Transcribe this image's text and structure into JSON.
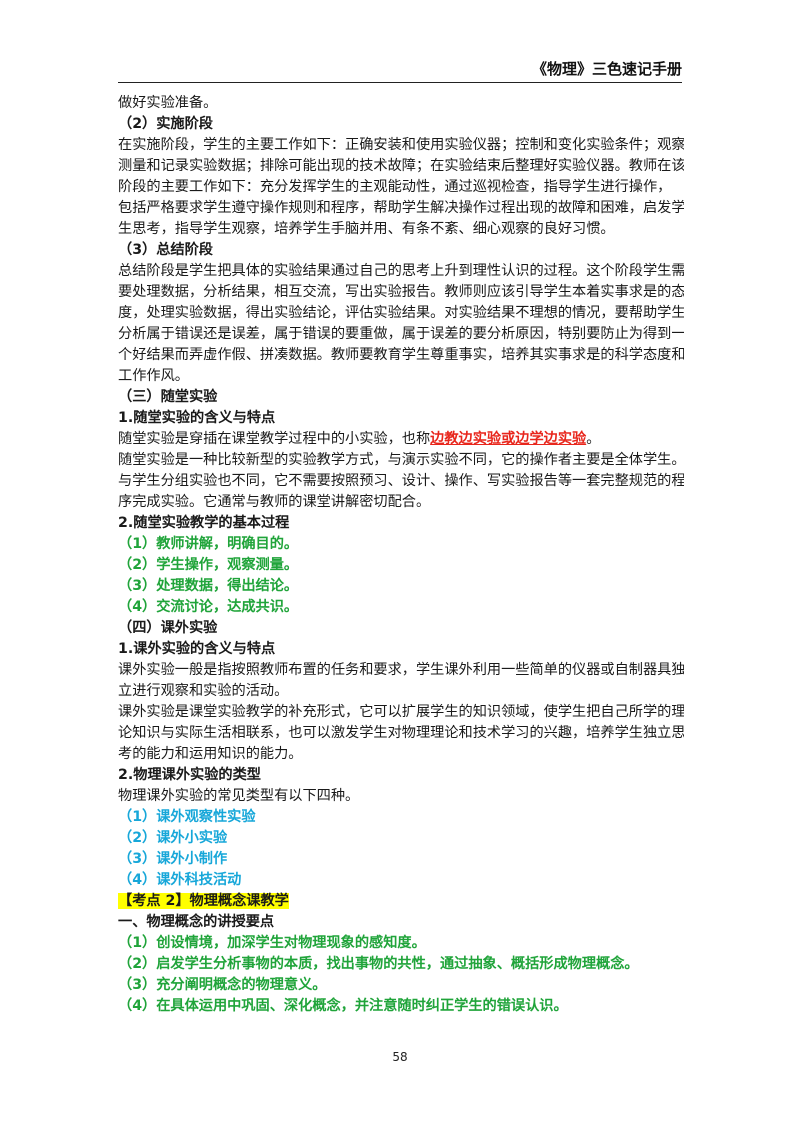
{
  "header": {
    "title": "《物理》三色速记手册"
  },
  "body": {
    "l01": "做好实验准备。",
    "l02": "（2）实施阶段",
    "l03": "在实施阶段，学生的主要工作如下：正确安装和使用实验仪器；控制和变化实验条件；观察、",
    "l04": "测量和记录实验数据；排除可能出现的技术故障；在实验结束后整理好实验仪器。教师在该",
    "l05": "阶段的主要工作如下：充分发挥学生的主观能动性，通过巡视检查，指导学生进行操作，",
    "l06": "包括严格要求学生遵守操作规则和程序，帮助学生解决操作过程出现的故障和困难，启发学",
    "l07": "生思考，指导学生观察，培养学生手脑并用、有条不紊、细心观察的良好习惯。",
    "l08": "（3）总结阶段",
    "l09": "总结阶段是学生把具体的实验结果通过自己的思考上升到理性认识的过程。这个阶段学生需",
    "l10": "要处理数据，分析结果，相互交流，写出实验报告。教师则应该引导学生本着实事求是的态",
    "l11": "度，处理实验数据，得出实验结论，评估实验结果。对实验结果不理想的情况，要帮助学生",
    "l12": "分析属于错误还是误差，属于错误的要重做，属于误差的要分析原因，特别要防止为得到一",
    "l13": "个好结果而弄虚作假、拼凑数据。教师要教育学生尊重事实，培养其实事求是的科学态度和",
    "l14": "工作作风。",
    "l15": "（三）随堂实验",
    "l16": "1.随堂实验的含义与特点",
    "l17a": "随堂实验是穿插在课堂教学过程中的小实验，也称",
    "l17b": "边教边实验或边学边实验",
    "l17c": "。",
    "l18": "随堂实验是一种比较新型的实验教学方式，与演示实验不同，它的操作者主要是全体学生。",
    "l19": "与学生分组实验也不同，它不需要按照预习、设计、操作、写实验报告等一套完整规范的程",
    "l20": "序完成实验。它通常与教师的课堂讲解密切配合。",
    "l21": "2.随堂实验教学的基本过程",
    "l22": "（1）教师讲解，明确目的。",
    "l23": "（2）学生操作，观察测量。",
    "l24": "（3）处理数据，得出结论。",
    "l25": "（4）交流讨论，达成共识。",
    "l26": "（四）课外实验",
    "l27": "1.课外实验的含义与特点",
    "l28": "课外实验一般是指按照教师布置的任务和要求，学生课外利用一些简单的仪器或自制器具独",
    "l29": "立进行观察和实验的活动。",
    "l30": "课外实验是课堂实验教学的补充形式，它可以扩展学生的知识领域，使学生把自己所学的理",
    "l31": "论知识与实际生活相联系，也可以激发学生对物理理论和技术学习的兴趣，培养学生独立思",
    "l32": "考的能力和运用知识的能力。",
    "l33": "2.物理课外实验的类型",
    "l34": "物理课外实验的常见类型有以下四种。",
    "l35": "（1）课外观察性实验",
    "l36": "（2）课外小实验",
    "l37": "（3）课外小制作",
    "l38": "（4）课外科技活动",
    "l39": "【考点 2】物理概念课教学",
    "l40": "一、物理概念的讲授要点",
    "l41": "（1）创设情境，加深学生对物理现象的感知度。",
    "l42": "（2）启发学生分析事物的本质，找出事物的共性，通过抽象、概括形成物理概念。",
    "l43": "（3）充分阐明概念的物理意义。",
    "l44": "（4）在具体运用中巩固、深化概念，并注意随时纠正学生的错误认识。"
  },
  "footer": {
    "page_number": "58"
  },
  "colors": {
    "red": "#e8261c",
    "green": "#20a43a",
    "cyan": "#17a7d9",
    "highlight": "#ffff00"
  }
}
